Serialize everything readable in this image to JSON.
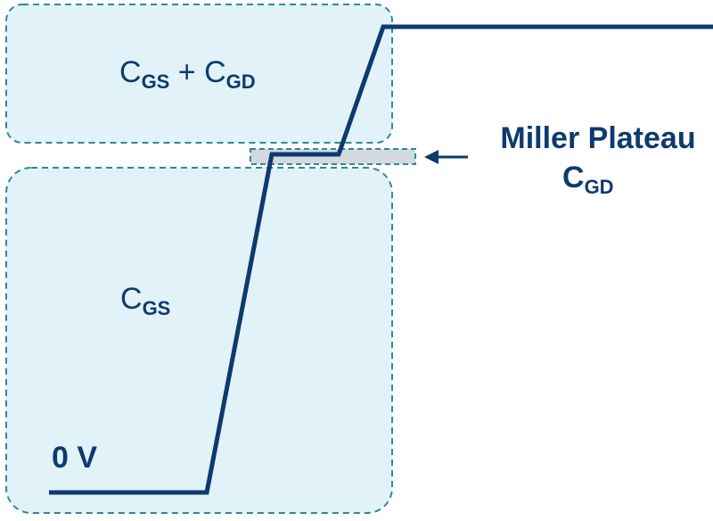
{
  "colors": {
    "box_fill": "#e2f2f9",
    "box_stroke": "#2f8a96",
    "waveform": "#0e3a6e",
    "plateau_fill": "#d3d9df",
    "text": "#0e3a6e"
  },
  "regions": {
    "upper": {
      "label_main_1": "C",
      "label_sub_1": "GS",
      "label_plus": " + ",
      "label_main_2": "C",
      "label_sub_2": "GD"
    },
    "lower": {
      "label_main": "C",
      "label_sub": "GS"
    }
  },
  "annotation": {
    "title": "Miller Plateau",
    "cap_main": "C",
    "cap_sub": "GD"
  },
  "baseline_label": "0 V"
}
